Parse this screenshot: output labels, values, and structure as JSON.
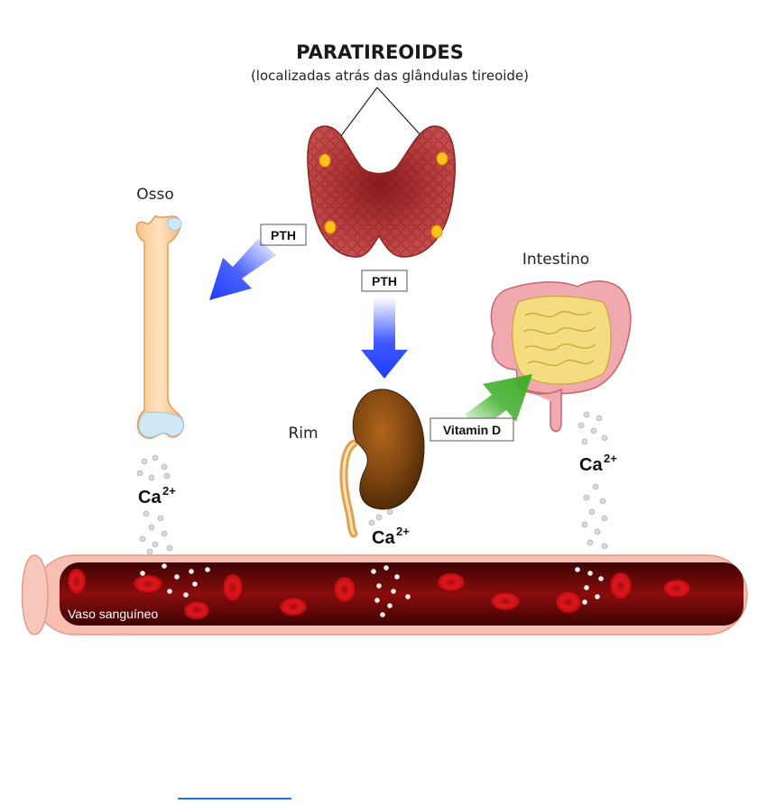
{
  "title": "PARATIREOIDES",
  "subtitle": "(localizadas atrás das glândulas tireoide)",
  "labels": {
    "bone": "Osso",
    "kidney": "Rim",
    "intestine": "Intestino",
    "vessel": "Vaso sanguíneo"
  },
  "hormones": {
    "pth_bone": "PTH",
    "pth_kidney": "PTH",
    "vitamin_d": "Vitamin D"
  },
  "calcium": {
    "base": "Ca",
    "charge": "2+"
  },
  "colors": {
    "blue_arrow": "#1e3cff",
    "green_arrow": "#3fae2a",
    "blood": "#7a0b0b",
    "cell": "#d8141b",
    "thyroid": "#b33a3a",
    "gland": "#ffc21a"
  }
}
